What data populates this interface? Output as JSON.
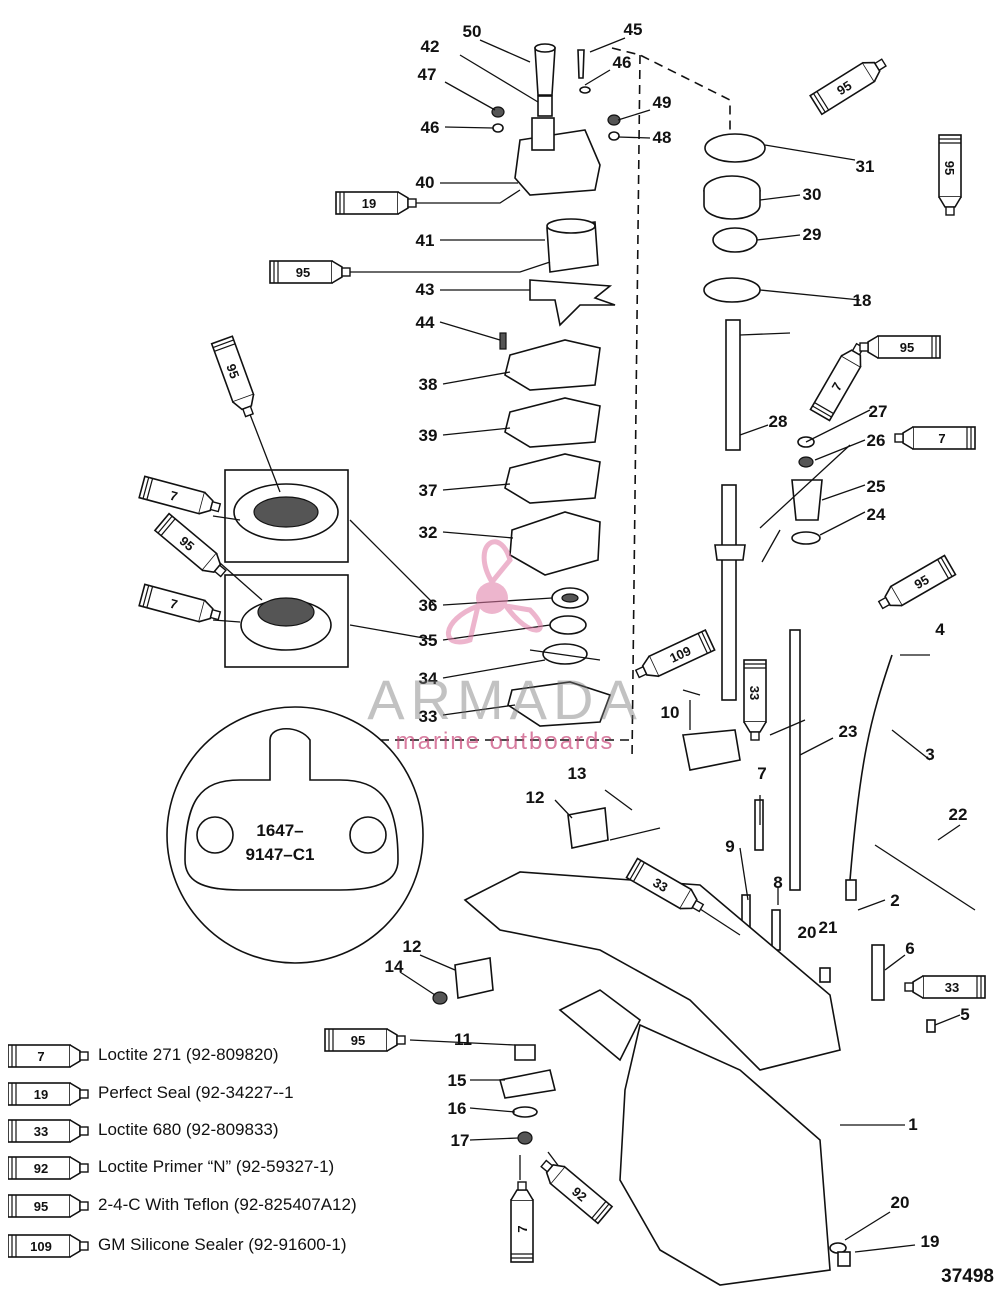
{
  "diagram": {
    "figure_id": "37498",
    "inset_code_line1": "1647–",
    "inset_code_line2": "9147–C1",
    "watermark": {
      "title": "ARMADA",
      "subtitle": "marine outboards"
    },
    "callouts": [
      "50",
      "45",
      "42",
      "46",
      "47",
      "49",
      "46",
      "48",
      "40",
      "41",
      "43",
      "44",
      "38",
      "39",
      "37",
      "32",
      "36",
      "35",
      "34",
      "33",
      "31",
      "30",
      "29",
      "18",
      "28",
      "27",
      "26",
      "25",
      "24",
      "4",
      "3",
      "22",
      "23",
      "10",
      "13",
      "12",
      "7",
      "9",
      "8",
      "20",
      "21",
      "2",
      "6",
      "5",
      "12",
      "14",
      "11",
      "15",
      "16",
      "17",
      "1",
      "20",
      "19"
    ],
    "tubes": [
      "95",
      "19",
      "95",
      "95",
      "7",
      "95",
      "7",
      "95",
      "95",
      "7",
      "7",
      "95",
      "109",
      "33",
      "33",
      "33",
      "95",
      "92",
      "7"
    ]
  },
  "legend": [
    {
      "code": "7",
      "label": "Loctite 271 (92-809820)"
    },
    {
      "code": "19",
      "label": "Perfect Seal (92-34227--1"
    },
    {
      "code": "33",
      "label": "Loctite 680 (92-809833)"
    },
    {
      "code": "92",
      "label": "Loctite Primer “N” (92-59327-1)"
    },
    {
      "code": "95",
      "label": "2-4-C  With Teflon (92-825407A12)"
    },
    {
      "code": "109",
      "label": "GM Silicone Sealer (92-91600-1)"
    }
  ]
}
